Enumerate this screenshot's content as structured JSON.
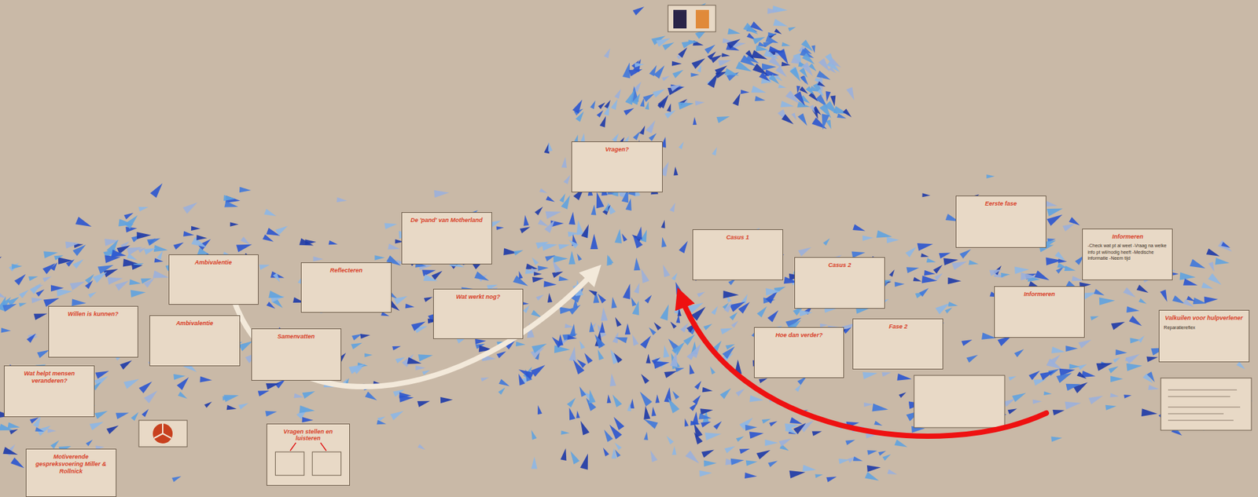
{
  "diagram": {
    "nodes": [
      {
        "text": [
          "Vragen?"
        ]
      },
      {
        "text": [
          "Eerste fase"
        ]
      },
      {
        "text": [
          "De 'pand' van Motherland"
        ]
      },
      {
        "text": [
          "Casus 1"
        ]
      },
      {
        "text": [
          "Informeren",
          "-Check wat pt al weet -Vraag na welke info pt wil/nodig heeft -Medische informatie -Neem tijd"
        ]
      },
      {
        "text": [
          "Ambivalentie"
        ]
      },
      {
        "text": [
          "Reflecteren"
        ]
      },
      {
        "text": [
          "Casus 2"
        ]
      },
      {
        "text": [
          "Informeren"
        ]
      },
      {
        "text": [
          "Wat werkt nog?"
        ]
      },
      {
        "text": [
          "Willen is kunnen?"
        ]
      },
      {
        "text": [
          "Valkuilen voor hulpverlener",
          "Reparatiereflex"
        ]
      },
      {
        "text": [
          "Ambivalentie"
        ]
      },
      {
        "text": [
          "Fase 2"
        ]
      },
      {
        "text": [
          "Hoe dan verder?"
        ]
      },
      {
        "text": [
          "Samenvatten"
        ]
      },
      {
        "text": [
          "Wat helpt mensen veranderen?"
        ]
      },
      {
        "text": [
          "Vragen stellen en luisteren"
        ]
      },
      {
        "text": [
          "Motiverende gespreksvoering Miller & Rollnick"
        ]
      }
    ]
  }
}
